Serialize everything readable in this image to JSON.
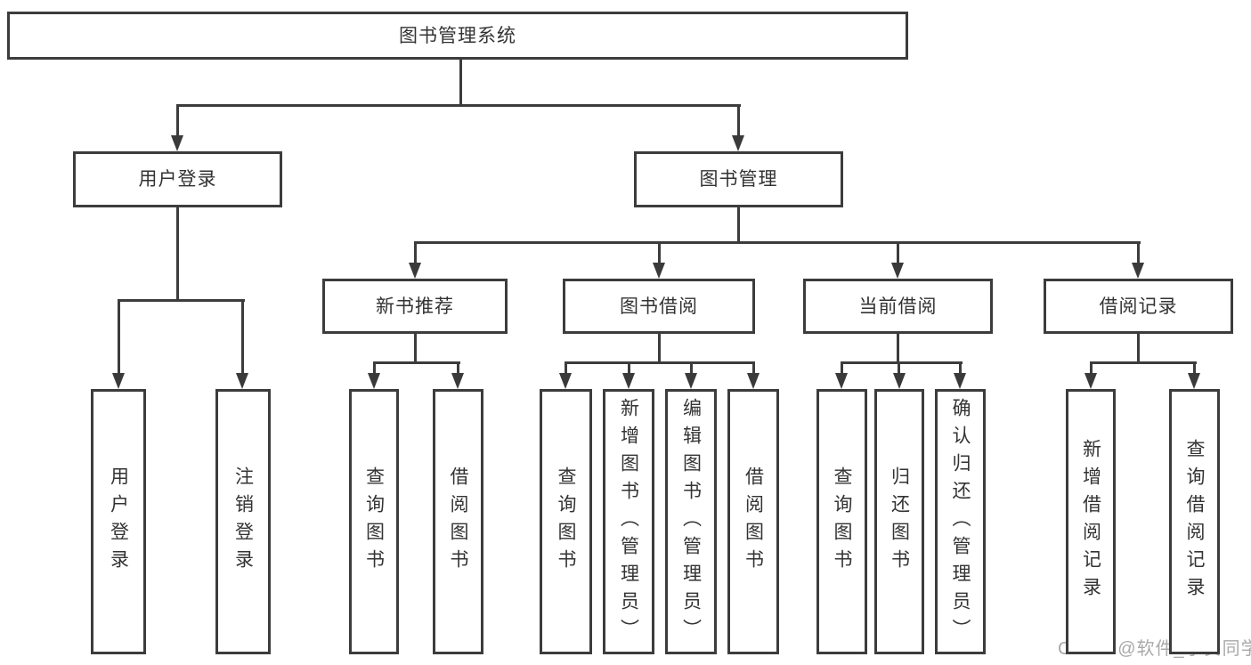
{
  "diagram": {
    "root": {
      "id": "root",
      "label": "图书管理系统",
      "children": [
        {
          "id": "user-login",
          "label": "用户登录",
          "children": [
            {
              "id": "leaf-user-login",
              "label": "用户登录"
            },
            {
              "id": "leaf-logout",
              "label": "注销登录"
            }
          ]
        },
        {
          "id": "book-mgmt",
          "label": "图书管理",
          "children": [
            {
              "id": "new-book-rec",
              "label": "新书推荐",
              "children": [
                {
                  "id": "rec-query-books",
                  "label": "查询图书"
                },
                {
                  "id": "rec-borrow-books",
                  "label": "借阅图书"
                }
              ]
            },
            {
              "id": "book-borrow",
              "label": "图书借阅",
              "children": [
                {
                  "id": "bb-query-books",
                  "label": "查询图书"
                },
                {
                  "id": "bb-add-books",
                  "label": "新增图书（管理员）"
                },
                {
                  "id": "bb-edit-books",
                  "label": "编辑图书（管理员）"
                },
                {
                  "id": "bb-borrow-books",
                  "label": "借阅图书"
                }
              ]
            },
            {
              "id": "current-borrow",
              "label": "当前借阅",
              "children": [
                {
                  "id": "cb-query-books",
                  "label": "查询图书"
                },
                {
                  "id": "cb-return-books",
                  "label": "归还图书"
                },
                {
                  "id": "cb-confirm-return",
                  "label": "确认归还（管理员）"
                }
              ]
            },
            {
              "id": "borrow-records",
              "label": "借阅记录",
              "children": [
                {
                  "id": "br-add-record",
                  "label": "新增借阅记录"
                },
                {
                  "id": "br-query-record",
                  "label": "查询借阅记录"
                }
              ]
            }
          ]
        }
      ]
    }
  },
  "watermark": {
    "text": "CSDN @软件_小贺同学"
  },
  "colors": {
    "box_border": "#3c3c3c",
    "connector_line": "#3c3c3c",
    "text": "#333333",
    "watermark_text": "#a9a9a9",
    "background": "#ffffff"
  }
}
